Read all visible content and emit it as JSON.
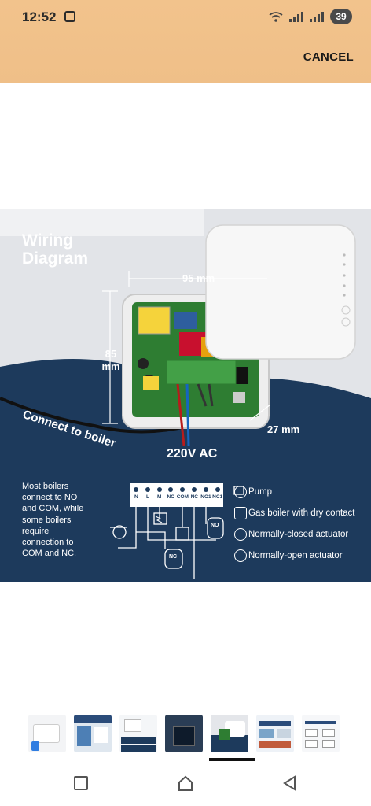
{
  "status_bar": {
    "time": "12:52",
    "battery": "39"
  },
  "top_bar": {
    "cancel_label": "CANCEL"
  },
  "product_image": {
    "title": "Wiring\nDiagram",
    "dimension_width": "95 mm",
    "dimension_height": "85\nmm",
    "dimension_depth": "27 mm",
    "connect_label": "Connect  to boiler",
    "voltage_label": "220V AC",
    "note": "Most boilers\nconnect to NO\nand COM, while\nsome boilers\nrequire\nconnection to\nCOM and NC.",
    "terminals": [
      "N",
      "L",
      "M",
      "NO",
      "COM",
      "NC",
      "NO1",
      "NC1"
    ],
    "actuator_labels": [
      "NO",
      "NC"
    ],
    "legend": [
      {
        "icon": "pump-icon",
        "label": "Pump"
      },
      {
        "icon": "gas-boiler-icon",
        "label": "Gas boiler with dry contact"
      },
      {
        "icon": "closed-actuator-icon",
        "label": "Normally-closed actuator"
      },
      {
        "icon": "open-actuator-icon",
        "label": "Normally-open actuator"
      }
    ]
  },
  "thumbnails": {
    "count": 7,
    "selected_index": 4
  },
  "colors": {
    "top_bar": "#efbf88",
    "navy": "#1d3a5c",
    "pcb_green": "#2e7d32",
    "terminal_green": "#43a047"
  }
}
